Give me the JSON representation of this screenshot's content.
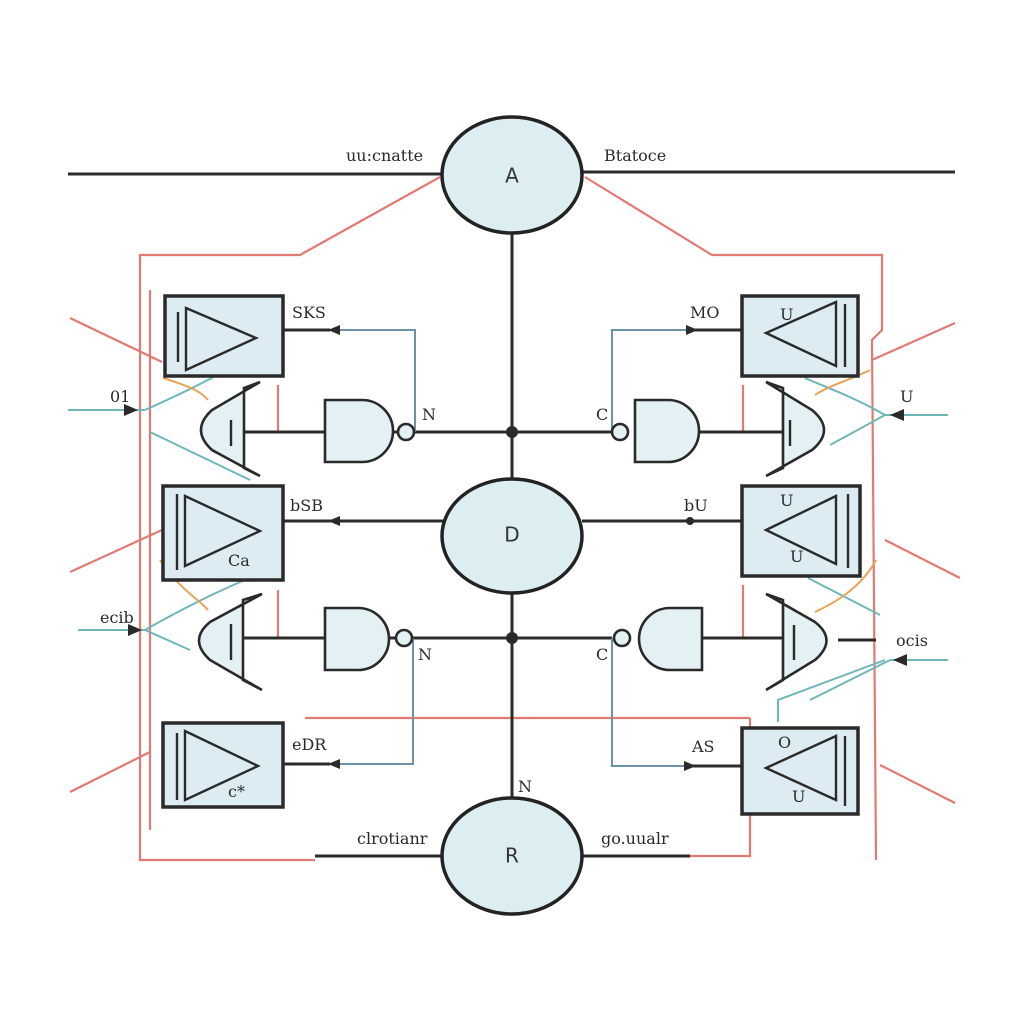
{
  "diagram": {
    "type": "circuit block diagram",
    "nodes": {
      "top": {
        "label": "A"
      },
      "middle": {
        "label": "D"
      },
      "bottom": {
        "label": "R"
      }
    },
    "bus_labels": {
      "top_left": "uu:cnatte",
      "top_right": "Btatoce",
      "bottom_left": "clrotianr",
      "bottom_right": "go.uualr"
    },
    "amplifier_labels": {
      "left_1": "SKS",
      "left_2": "bSB",
      "left_3": "eDR",
      "right_1": "MO",
      "right_2": "bU",
      "right_3": "AS"
    },
    "gate_labels": {
      "left_upper": "N",
      "left_lower": "N",
      "right_upper": "C",
      "right_lower": "C",
      "bottom_node_tap": "N"
    },
    "input_labels": {
      "left_upper": "01",
      "left_lower": "ecib",
      "right_upper": "U",
      "right_lower": "ocis"
    },
    "inner_labels": {
      "left_2": "Ca",
      "left_3": "c*",
      "right_1": "U",
      "right_2_top": "U",
      "right_2_bottom": "U",
      "right_3_top": "O",
      "right_3_bottom": "U"
    },
    "colors": {
      "node_fill": "#ddeef3",
      "wire": "#2b2b2b",
      "red_wire": "#e07a72",
      "teal_wire": "#6fb6b8",
      "orange_wire": "#e7a356"
    }
  }
}
